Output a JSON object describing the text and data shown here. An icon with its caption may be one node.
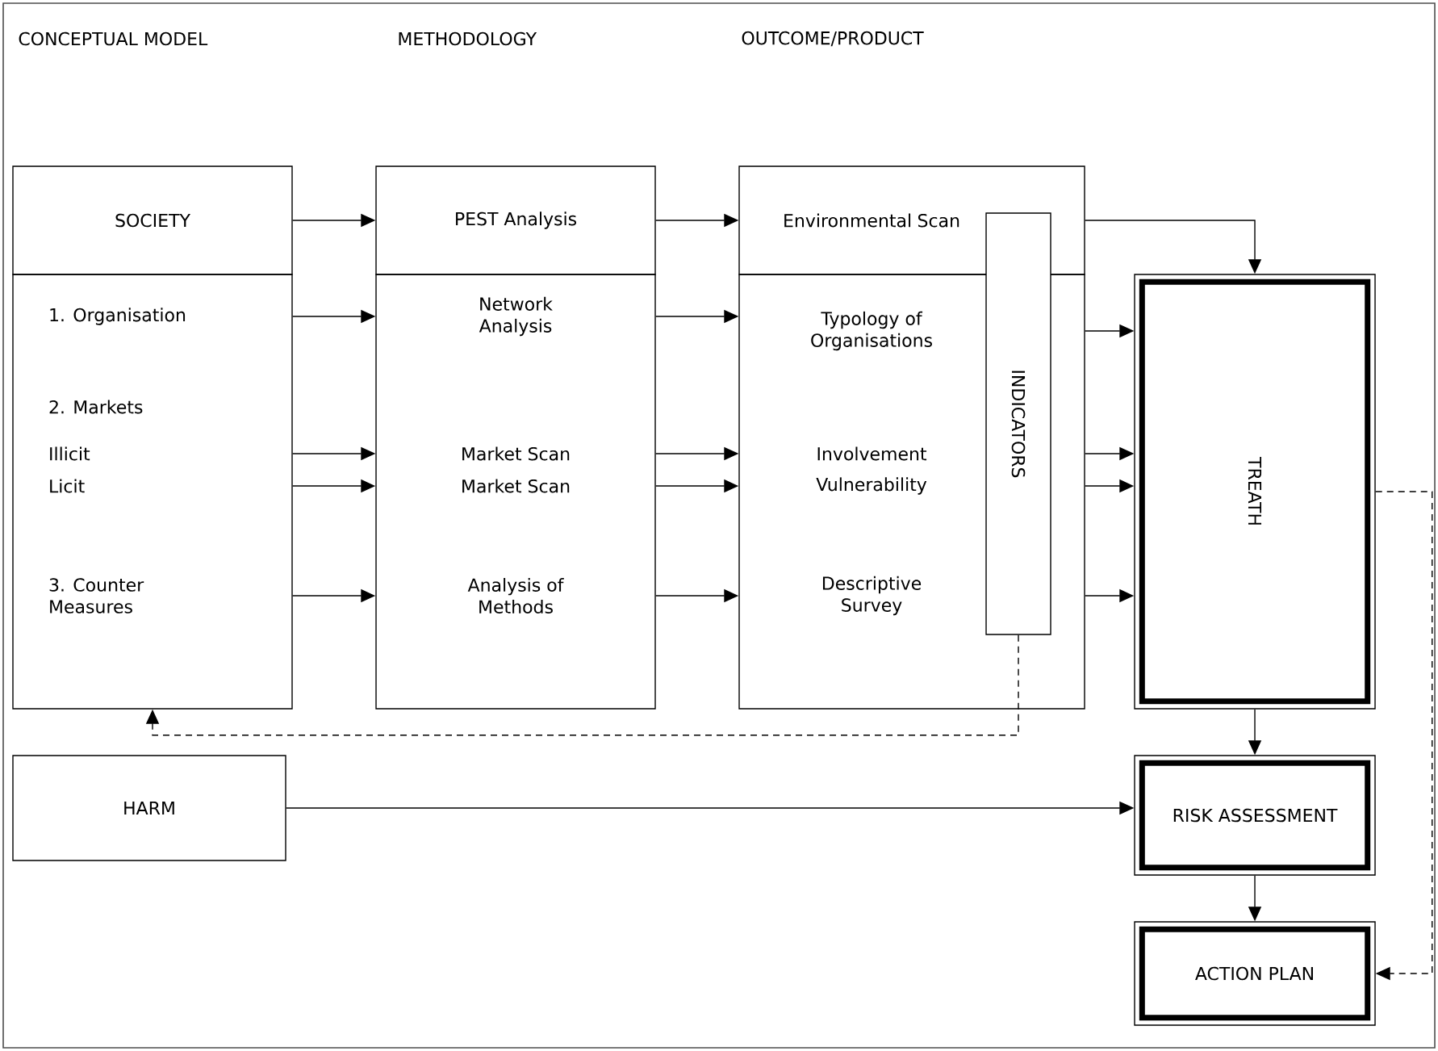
{
  "diagram": {
    "nodes": [
      {
        "text": [
          "SOCIETY"
        ]
      },
      {
        "text": [],
        "shape": "box"
      },
      {
        "text": [
          "1. Organisation"
        ],
        "in": 1
      },
      {
        "text": [
          "2. Markets"
        ],
        "in": 1
      },
      {
        "text": [
          "Illicit"
        ],
        "in": 1
      },
      {
        "text": [
          "Licit"
        ],
        "in": 1
      },
      {
        "text": [
          "3. Counter Measures"
        ],
        "in": 1
      },
      {
        "text": [
          "PEST Analysis"
        ]
      },
      {
        "text": [],
        "shape": "box"
      },
      {
        "text": [
          "Network Analysis"
        ],
        "in": 8
      },
      {
        "text": [
          "Market Scan"
        ],
        "in": 8
      },
      {
        "text": [
          "Market Scan"
        ],
        "in": 8
      },
      {
        "text": [
          "Analysis of Methods"
        ],
        "in": 8
      },
      {
        "text": [
          "Environmental Scan"
        ]
      },
      {
        "text": [],
        "shape": "box"
      },
      {
        "text": [
          "Typology of Organisations"
        ],
        "in": 14
      },
      {
        "text": [
          "Involvement"
        ],
        "in": 14
      },
      {
        "text": [
          "Vulnerability"
        ],
        "in": 14
      },
      {
        "text": [
          "Descriptive Survey"
        ],
        "in": 14
      },
      {
        "text": [
          "INDICATORS"
        ]
      },
      {
        "text": [
          "TREATH"
        ]
      },
      {
        "text": [
          "HARM"
        ]
      },
      {
        "text": [
          "RISK ASSESSMENT"
        ]
      },
      {
        "text": [
          "ACTION PLAN"
        ]
      }
    ],
    "edges": [
      {
        "from": 0,
        "to": 7,
        "arrow": "to"
      },
      {
        "from": 1,
        "to": 8,
        "arrow": "to"
      },
      {
        "from": 1,
        "to": 8,
        "arrow": "to"
      },
      {
        "from": 1,
        "to": 8,
        "arrow": "to"
      },
      {
        "from": 1,
        "to": 8,
        "arrow": "to"
      },
      {
        "from": 7,
        "to": 13,
        "arrow": "to"
      },
      {
        "from": 8,
        "to": 14,
        "arrow": "to"
      },
      {
        "from": 8,
        "to": 14,
        "arrow": "to"
      },
      {
        "from": 8,
        "to": 14,
        "arrow": "to"
      },
      {
        "from": 8,
        "to": 14,
        "arrow": "to"
      },
      {
        "from": 13,
        "to": 20,
        "arrow": "to"
      },
      {
        "from": 14,
        "to": 20,
        "arrow": "to"
      },
      {
        "from": 14,
        "to": 20,
        "arrow": "to"
      },
      {
        "from": 14,
        "to": 20,
        "arrow": "to"
      },
      {
        "from": 14,
        "to": 20,
        "arrow": "to"
      },
      {
        "from": 19,
        "to": 1,
        "arrow": "to",
        "style": "dashed"
      },
      {
        "from": 20,
        "to": 23,
        "arrow": "to",
        "style": "dashed"
      },
      {
        "from": 20,
        "to": 22,
        "arrow": "to"
      },
      {
        "from": 21,
        "to": 22,
        "arrow": "to"
      },
      {
        "from": 22,
        "to": 23,
        "arrow": "to"
      }
    ],
    "labels": [
      "CONCEPTUAL MODEL",
      "METHODOLOGY",
      "OUTCOME/PRODUCT"
    ]
  }
}
